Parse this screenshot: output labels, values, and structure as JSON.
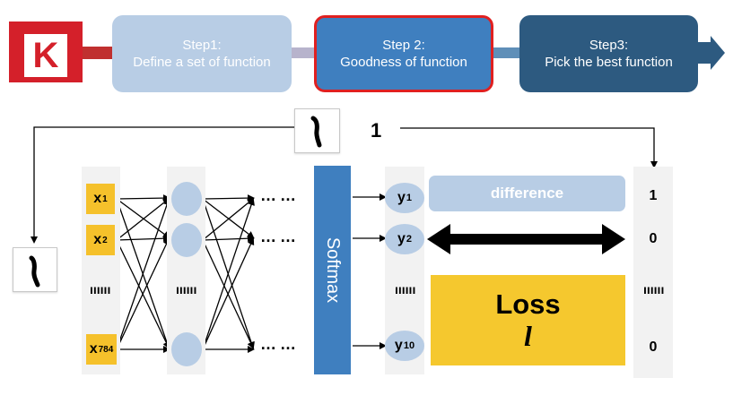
{
  "logo": {
    "letter": "K"
  },
  "steps": [
    {
      "line1": "Step1:",
      "line2": "Define a set of function"
    },
    {
      "line1": "Step 2:",
      "line2": "Goodness of function"
    },
    {
      "line1": "Step3:",
      "line2": "Pick the best function"
    }
  ],
  "network": {
    "inputs": [
      {
        "base": "x",
        "sub": "1"
      },
      {
        "base": "x",
        "sub": "2"
      },
      {
        "base": "x",
        "sub": "784"
      }
    ],
    "outputs": [
      {
        "base": "y",
        "sub": "1"
      },
      {
        "base": "y",
        "sub": "2"
      },
      {
        "base": "y",
        "sub": "10"
      }
    ],
    "softmax_label": "Softmax",
    "vertical_dots": "ıııııı",
    "horizontal_dots": "……"
  },
  "difference_label": "difference",
  "loss": {
    "title": "Loss",
    "symbol": "l"
  },
  "target": {
    "label": "1",
    "values": [
      "1",
      "0",
      "0"
    ],
    "vertical_dots": "ıııııı"
  },
  "colors": {
    "keras_red": "#d4202a",
    "step_light": "#b8cde5",
    "step_mid": "#3f7fbf",
    "step_dark": "#2d5a80",
    "highlight_border": "#e02020",
    "input_yellow": "#f5c12b",
    "loss_yellow": "#f5c82e"
  }
}
